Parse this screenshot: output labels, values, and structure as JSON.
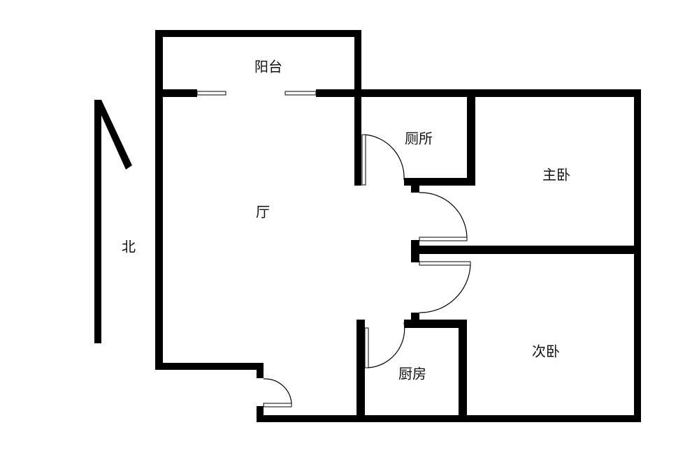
{
  "rooms": {
    "balcony": "阳台",
    "living": "厅",
    "toilet": "厕所",
    "master_bedroom": "主卧",
    "second_bedroom": "次卧",
    "kitchen": "厨房"
  },
  "compass": {
    "north_label": "北"
  },
  "colors": {
    "wall": "#000000",
    "background": "#ffffff"
  }
}
